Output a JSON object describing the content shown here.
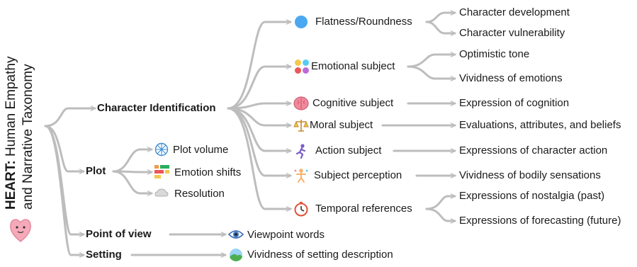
{
  "title": {
    "strong": "HEART:",
    "line1_rest": " Human Empathy",
    "line2": "and Narrative Taxonomy"
  },
  "branches": {
    "character_identification": "Character Identification",
    "plot": "Plot",
    "point_of_view": "Point of view",
    "setting": "Setting"
  },
  "character": {
    "flatness": "Flatness/Roundness",
    "emotional": "Emotional subject",
    "cognitive": "Cognitive subject",
    "moral": "Moral subject",
    "action": "Action subject",
    "perception": "Subject perception",
    "temporal": "Temporal references"
  },
  "plot": {
    "volume": "Plot volume",
    "emotion_shifts": "Emotion shifts",
    "resolution": "Resolution"
  },
  "leaves": {
    "character_development": "Character development",
    "character_vulnerability": "Character vulnerability",
    "optimistic_tone": "Optimistic tone",
    "vividness_emotions": "Vividness of emotions",
    "expression_cognition": "Expression of cognition",
    "evaluations": "Evaluations, attributes, and beliefs",
    "expressions_action": "Expressions of character action",
    "bodily_sensations": "Vividness of bodily sensations",
    "nostalgia": "Expressions of nostalgia (past)",
    "forecasting": "Expressions of forecasting (future)",
    "viewpoint_words": "Viewpoint words",
    "setting_description": "Vividness of setting description"
  },
  "icons": {
    "root": "heart-icon",
    "flatness": "blue-circle-icon",
    "emotional": "emoji-faces-icon",
    "cognitive": "brain-icon",
    "moral": "balance-scale-icon",
    "action": "running-person-icon",
    "perception": "body-senses-icon",
    "temporal": "stopwatch-icon",
    "plot_volume": "globe-mesh-icon",
    "emotion_shifts": "blocks-icon",
    "resolution": "cloud-icon",
    "viewpoint": "eye-icon",
    "setting": "landscape-icon"
  },
  "colors": {
    "connector": "#bdbdbd",
    "text": "#1a1a1a"
  }
}
